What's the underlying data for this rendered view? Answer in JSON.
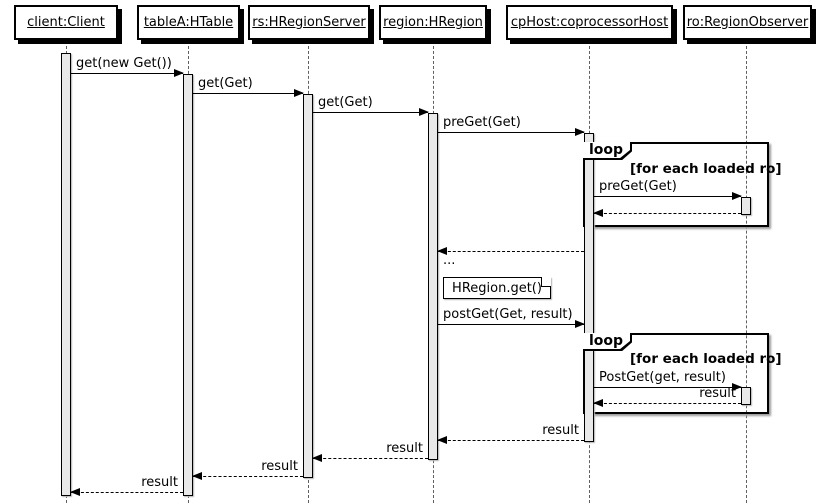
{
  "colors": {
    "background": "#FFFFFF",
    "line": "#000000",
    "activation_fill": "#E9E9E9",
    "lifeline": "#606060",
    "box_shadow": "#000000"
  },
  "participants": {
    "client": {
      "label": "client:Client"
    },
    "tableA": {
      "label": "tableA:HTable"
    },
    "rs": {
      "label": "rs:HRegionServer"
    },
    "region": {
      "label": "region:HRegion"
    },
    "cpHost": {
      "label": "cpHost:coprocessorHost"
    },
    "ro": {
      "label": "ro:RegionObserver"
    }
  },
  "messages": {
    "m1": {
      "from": "client",
      "to": "tableA",
      "label": "get(new Get())",
      "type": "call"
    },
    "m2": {
      "from": "tableA",
      "to": "rs",
      "label": "get(Get)",
      "type": "call"
    },
    "m3": {
      "from": "rs",
      "to": "region",
      "label": "get(Get)",
      "type": "call"
    },
    "m4": {
      "from": "region",
      "to": "cpHost",
      "label": "preGet(Get)",
      "type": "call"
    },
    "m5": {
      "from": "cpHost",
      "to": "ro",
      "label": "preGet(Get)",
      "type": "call"
    },
    "m6": {
      "from": "ro",
      "to": "cpHost",
      "label": "",
      "type": "return"
    },
    "m7": {
      "from": "cpHost",
      "to": "region",
      "label": "",
      "type": "return"
    },
    "m8": {
      "from": "region",
      "to": "cpHost",
      "label": "postGet(Get, result)",
      "type": "call"
    },
    "m9": {
      "from": "cpHost",
      "to": "ro",
      "label": "PostGet(get, result)",
      "type": "call"
    },
    "m10": {
      "from": "ro",
      "to": "cpHost",
      "label": "result",
      "type": "return"
    },
    "m11": {
      "from": "cpHost",
      "to": "region",
      "label": "result",
      "type": "return"
    },
    "m12": {
      "from": "region",
      "to": "rs",
      "label": "result",
      "type": "return"
    },
    "m13": {
      "from": "rs",
      "to": "tableA",
      "label": "result",
      "type": "return"
    },
    "m14": {
      "from": "tableA",
      "to": "client",
      "label": "result",
      "type": "return"
    }
  },
  "fragments": {
    "loop1": {
      "operator": "loop",
      "guard": "[for each loaded ro]"
    },
    "loop2": {
      "operator": "loop",
      "guard": "[for each loaded ro]"
    }
  },
  "note": {
    "text": "HRegion.get()"
  },
  "ellipsis": "..."
}
